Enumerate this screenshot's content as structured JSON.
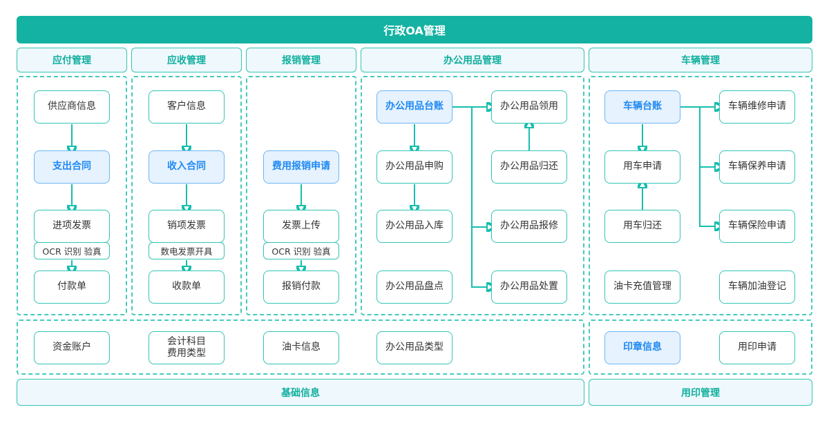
{
  "title": "行政OA管理",
  "colors": {
    "teal": "#14b2a2",
    "teal_border": "#31c4b3",
    "teal_text": "#10af9d",
    "blue_text": "#2089f2",
    "blue_border": "#6cb5f4",
    "blue_bg": "#e6f2fe",
    "light_bg": "#eff8fd"
  },
  "columns": [
    {
      "header": "应付管理",
      "nodes": [
        {
          "label": "供应商信息"
        },
        {
          "label": "支出合同",
          "highlight": true
        },
        {
          "label": "进项发票",
          "sub": "OCR 识别 验真"
        },
        {
          "label": "付款单"
        }
      ]
    },
    {
      "header": "应收管理",
      "nodes": [
        {
          "label": "客户信息"
        },
        {
          "label": "收入合同",
          "highlight": true
        },
        {
          "label": "销项发票",
          "sub": "数电发票开具"
        },
        {
          "label": "收款单"
        }
      ]
    },
    {
      "header": "报销管理",
      "nodes": [
        {
          "label": "费用报销申请",
          "highlight": true
        },
        {
          "label": "发票上传",
          "sub": "OCR 识别 验真"
        },
        {
          "label": "报销付款"
        }
      ]
    },
    {
      "header": "办公用品管理",
      "left_nodes": [
        {
          "label": "办公用品台账",
          "highlight": true
        },
        {
          "label": "办公用品申购"
        },
        {
          "label": "办公用品入库"
        },
        {
          "label": "办公用品盘点"
        }
      ],
      "right_nodes": [
        {
          "label": "办公用品领用"
        },
        {
          "label": "办公用品归还"
        },
        {
          "label": "办公用品报修"
        },
        {
          "label": "办公用品处置"
        }
      ]
    },
    {
      "header": "车辆管理",
      "left_nodes": [
        {
          "label": "车辆台账",
          "highlight": true
        },
        {
          "label": "用车申请"
        },
        {
          "label": "用车归还"
        },
        {
          "label": "油卡充值管理"
        }
      ],
      "right_nodes": [
        {
          "label": "车辆维修申请"
        },
        {
          "label": "车辆保养申请"
        },
        {
          "label": "车辆保险申请"
        },
        {
          "label": "车辆加油登记"
        }
      ]
    }
  ],
  "base_info": {
    "footer": "基础信息",
    "nodes": [
      {
        "label": "资金账户"
      },
      {
        "label": "会计科目\n费用类型"
      },
      {
        "label": "油卡信息"
      },
      {
        "label": "办公用品类型"
      }
    ]
  },
  "seal": {
    "footer": "用印管理",
    "nodes": [
      {
        "label": "印章信息",
        "highlight": true
      },
      {
        "label": "用印申请"
      }
    ]
  }
}
